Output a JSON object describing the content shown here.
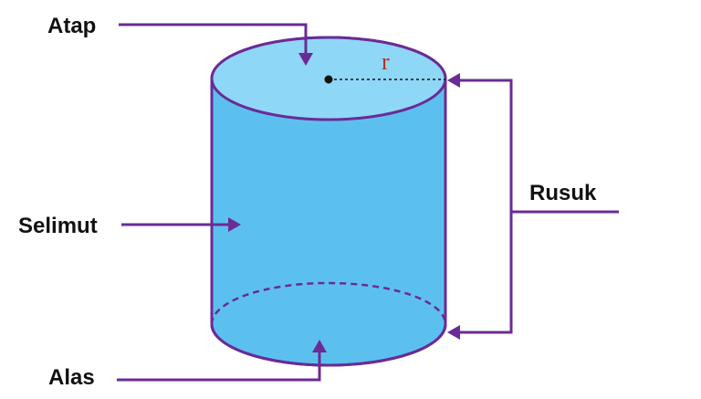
{
  "labels": {
    "top": "Atap",
    "lateral": "Selimut",
    "base": "Alas",
    "edge": "Rusuk",
    "radius": "r"
  },
  "colors": {
    "body_fill": "#5cc0ef",
    "top_fill": "#8fd7f7",
    "outline": "#6a2b96",
    "pointer": "#6a2b96"
  }
}
